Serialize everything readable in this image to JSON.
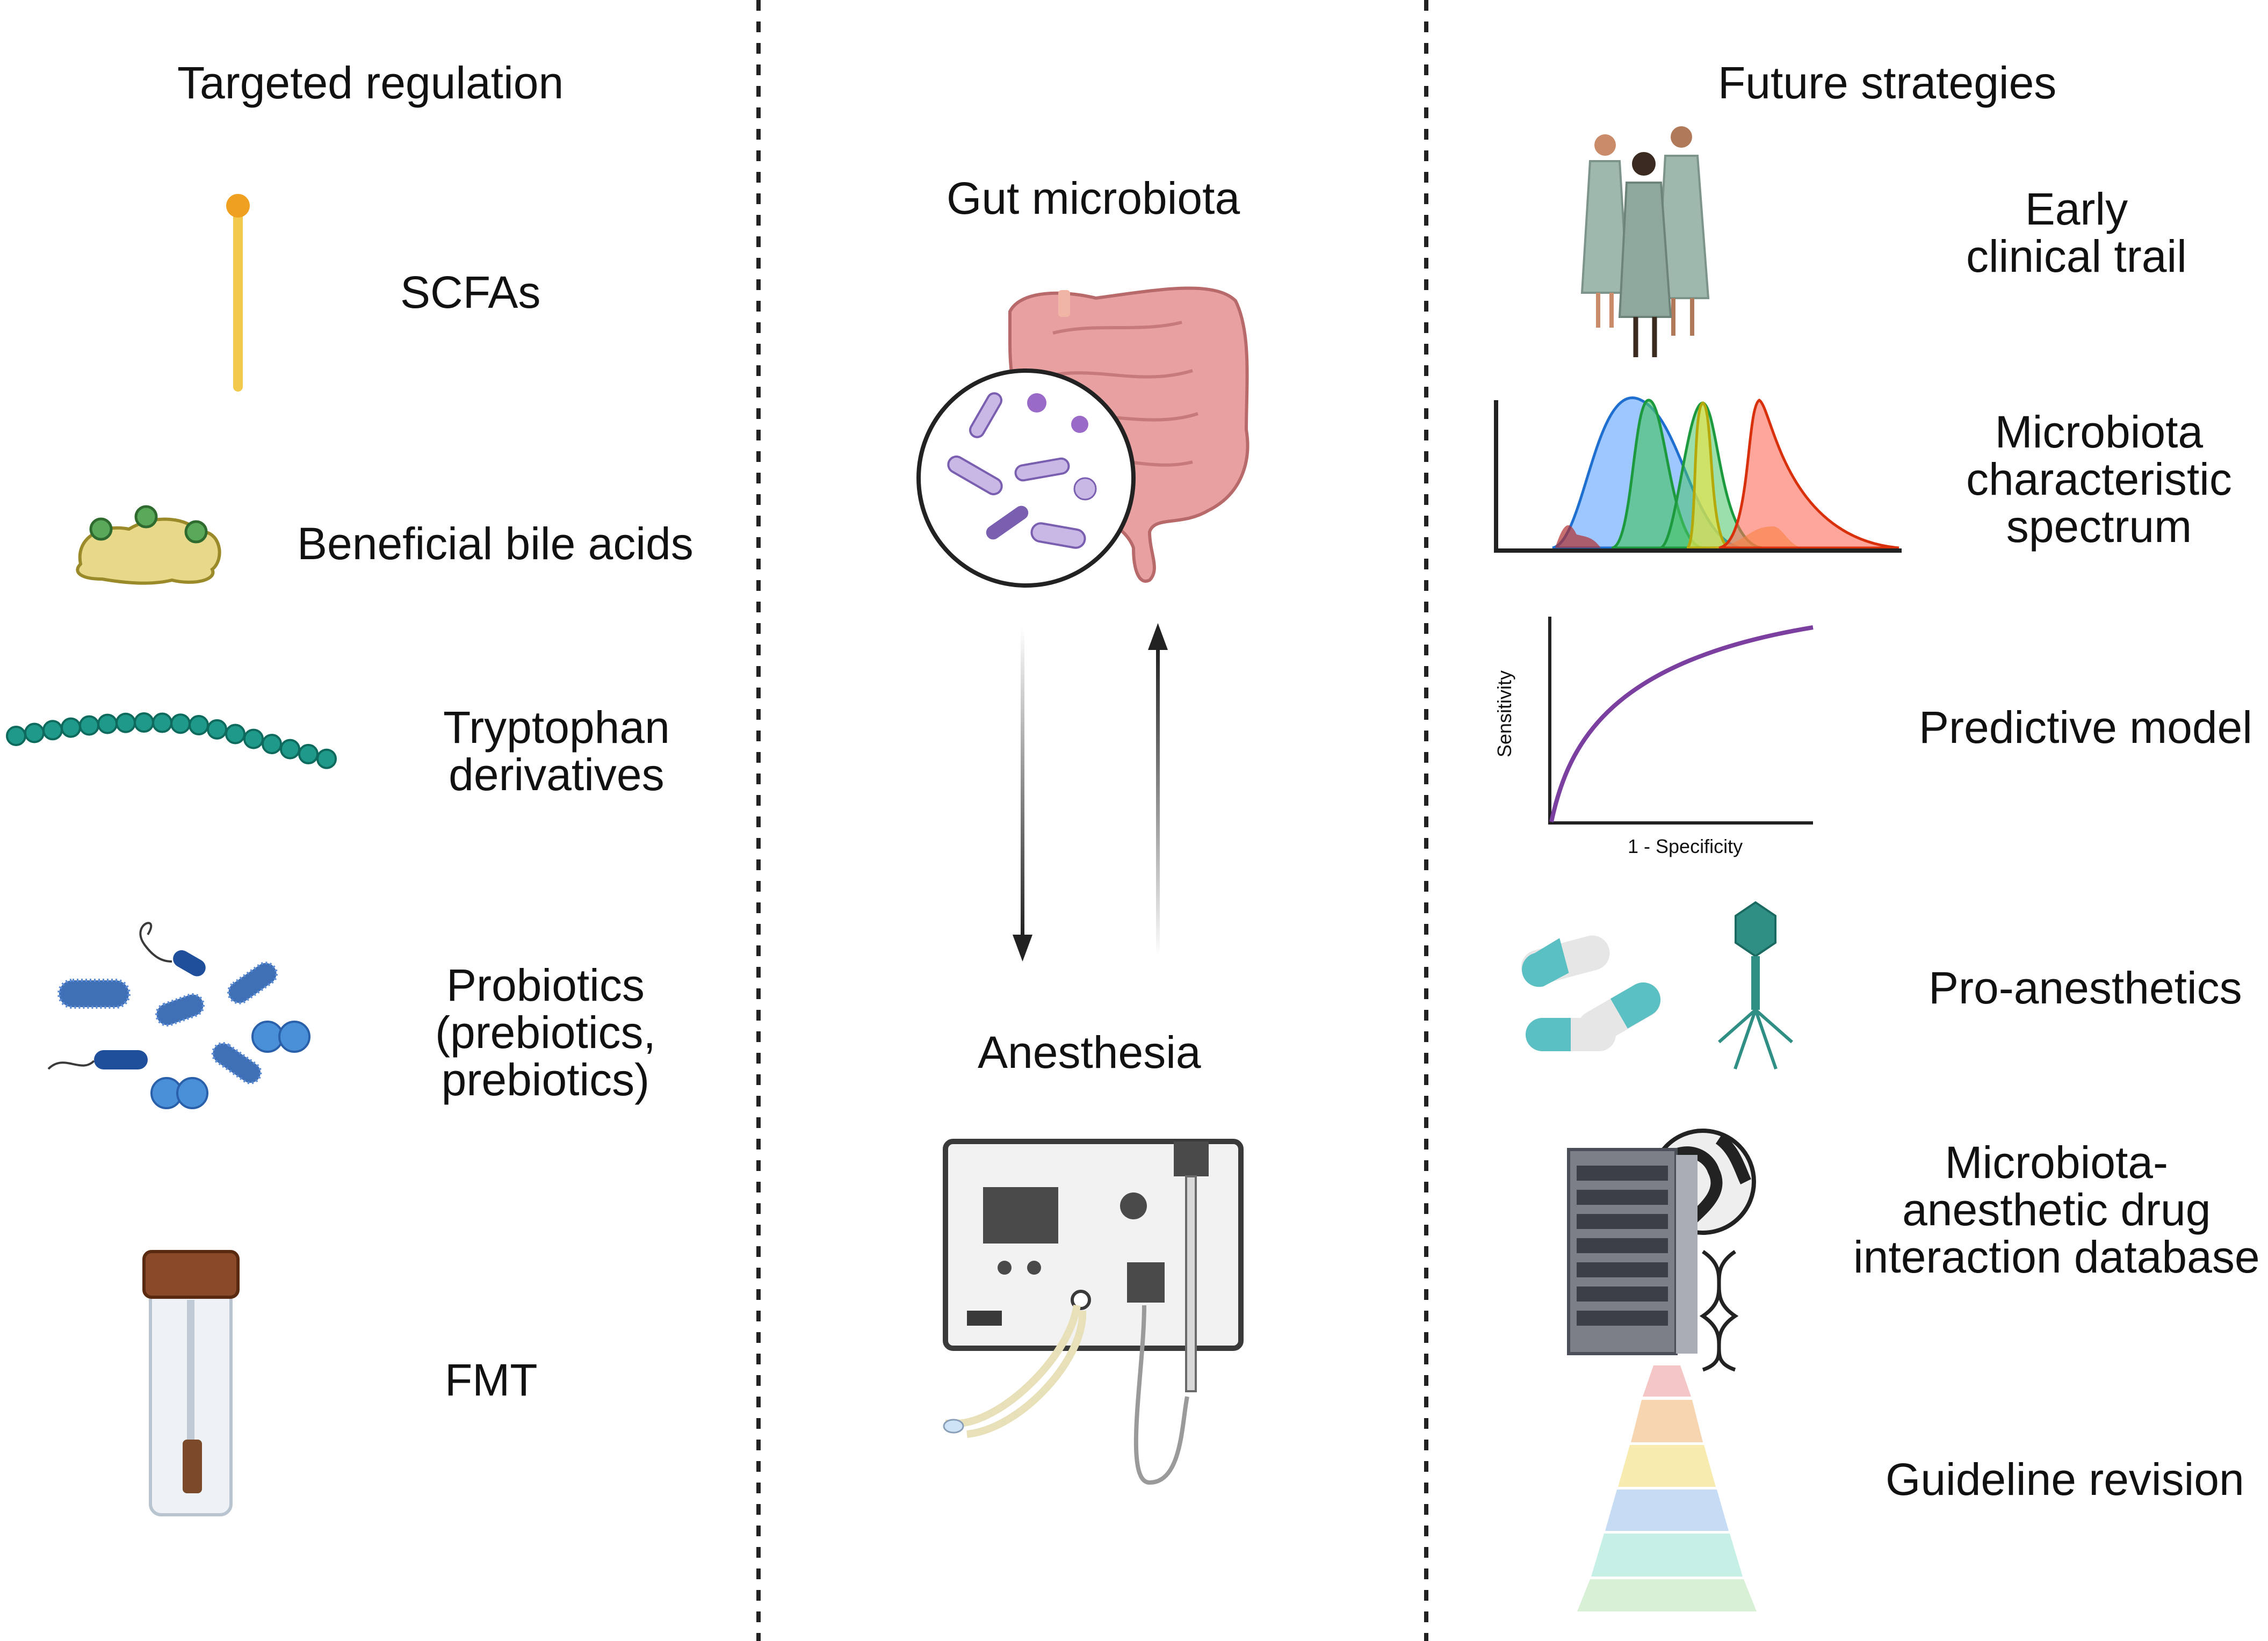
{
  "left": {
    "heading": "Targeted regulation",
    "items": [
      {
        "label": "SCFAs",
        "icon": "lipid-chain-icon"
      },
      {
        "label": "Beneficial bile acids",
        "icon": "bile-acid-icon"
      },
      {
        "label_line1": "Tryptophan",
        "label_line2": "derivatives",
        "icon": "bead-chain-icon"
      },
      {
        "label_line1": "Probiotics",
        "label_line2": "(prebiotics,",
        "label_line3": "prebiotics)",
        "icon": "bacteria-icon"
      },
      {
        "label": "FMT",
        "icon": "stool-tube-icon"
      }
    ]
  },
  "center": {
    "top_label": "Gut microbiota",
    "bottom_label": "Anesthesia",
    "icons": [
      "intestine-icon",
      "microbe-magnifier-icon",
      "down-arrow-icon",
      "up-arrow-icon",
      "anesthesia-machine-icon"
    ]
  },
  "right": {
    "heading": "Future strategies",
    "items": [
      {
        "label_line1": "Early",
        "label_line2": "clinical trail",
        "icon": "patients-icon"
      },
      {
        "label_line1": "Microbiota",
        "label_line2": "characteristic",
        "label_line3": "spectrum",
        "icon": "spectrum-icon"
      },
      {
        "label": "Predictive model",
        "icon": "roc-curve-icon",
        "y_axis": "Sensitivity",
        "x_axis": "1 - Specificity"
      },
      {
        "label": "Pro-anesthetics",
        "icon": "capsule-phage-icon"
      },
      {
        "label_line1": "Microbiota-",
        "label_line2": "anesthetic drug",
        "label_line3": "interaction database",
        "icon": "server-globe-icon"
      },
      {
        "label": "Guideline revision",
        "icon": "pyramid-icon"
      }
    ]
  },
  "colors": {
    "divider": "#222222",
    "scfa": "#f2c94c",
    "bile": "#e8d98a",
    "teal_beads": "#1f9a8a",
    "probiotic_blue": "#3f6fb5",
    "intestine": "#e9a0a0",
    "spectrum": [
      "#6aa8ff",
      "#49c46a",
      "#e5e34a",
      "#ff6a5a"
    ],
    "roc": "#7b3fa0",
    "pyramid": [
      "#f4c6c6",
      "#f7d5b0",
      "#f7ebb0",
      "#c6dcf4",
      "#c6efe6",
      "#d8f0d6"
    ]
  }
}
